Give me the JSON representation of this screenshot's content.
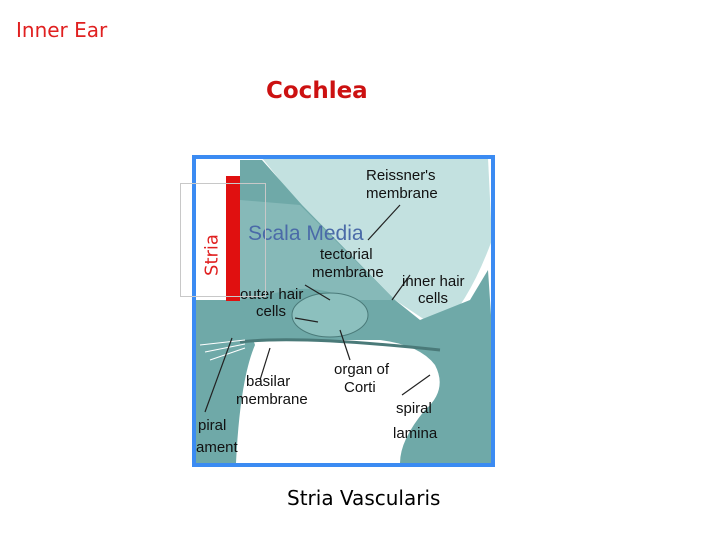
{
  "slide": {
    "title": "Inner Ear",
    "heading": "Cochlea",
    "caption": "Stria Vascularis"
  },
  "overlay": {
    "rotated_label": "Stria"
  },
  "diagram": {
    "labels": {
      "reissner_1": "Reissner's",
      "reissner_2": "membrane",
      "scala_media": "Scala Media",
      "tectorial_1": "tectorial",
      "tectorial_2": "membrane",
      "inner_1": "inner hair",
      "inner_2": "cells",
      "outer_1": "outer hair",
      "outer_2": "cells",
      "basilar_1": "basilar",
      "basilar_2": "membrane",
      "organ_1": "organ of",
      "organ_2": "Corti",
      "spiral_1": "spiral",
      "spiral_2": "lamina",
      "ligament_1": "piral",
      "ligament_2": "ament"
    },
    "colors": {
      "frame": "#3b8bf2",
      "fluid": "#a9d3d3",
      "tissue": "#6fa9a8",
      "highlight": "#e01010"
    }
  }
}
